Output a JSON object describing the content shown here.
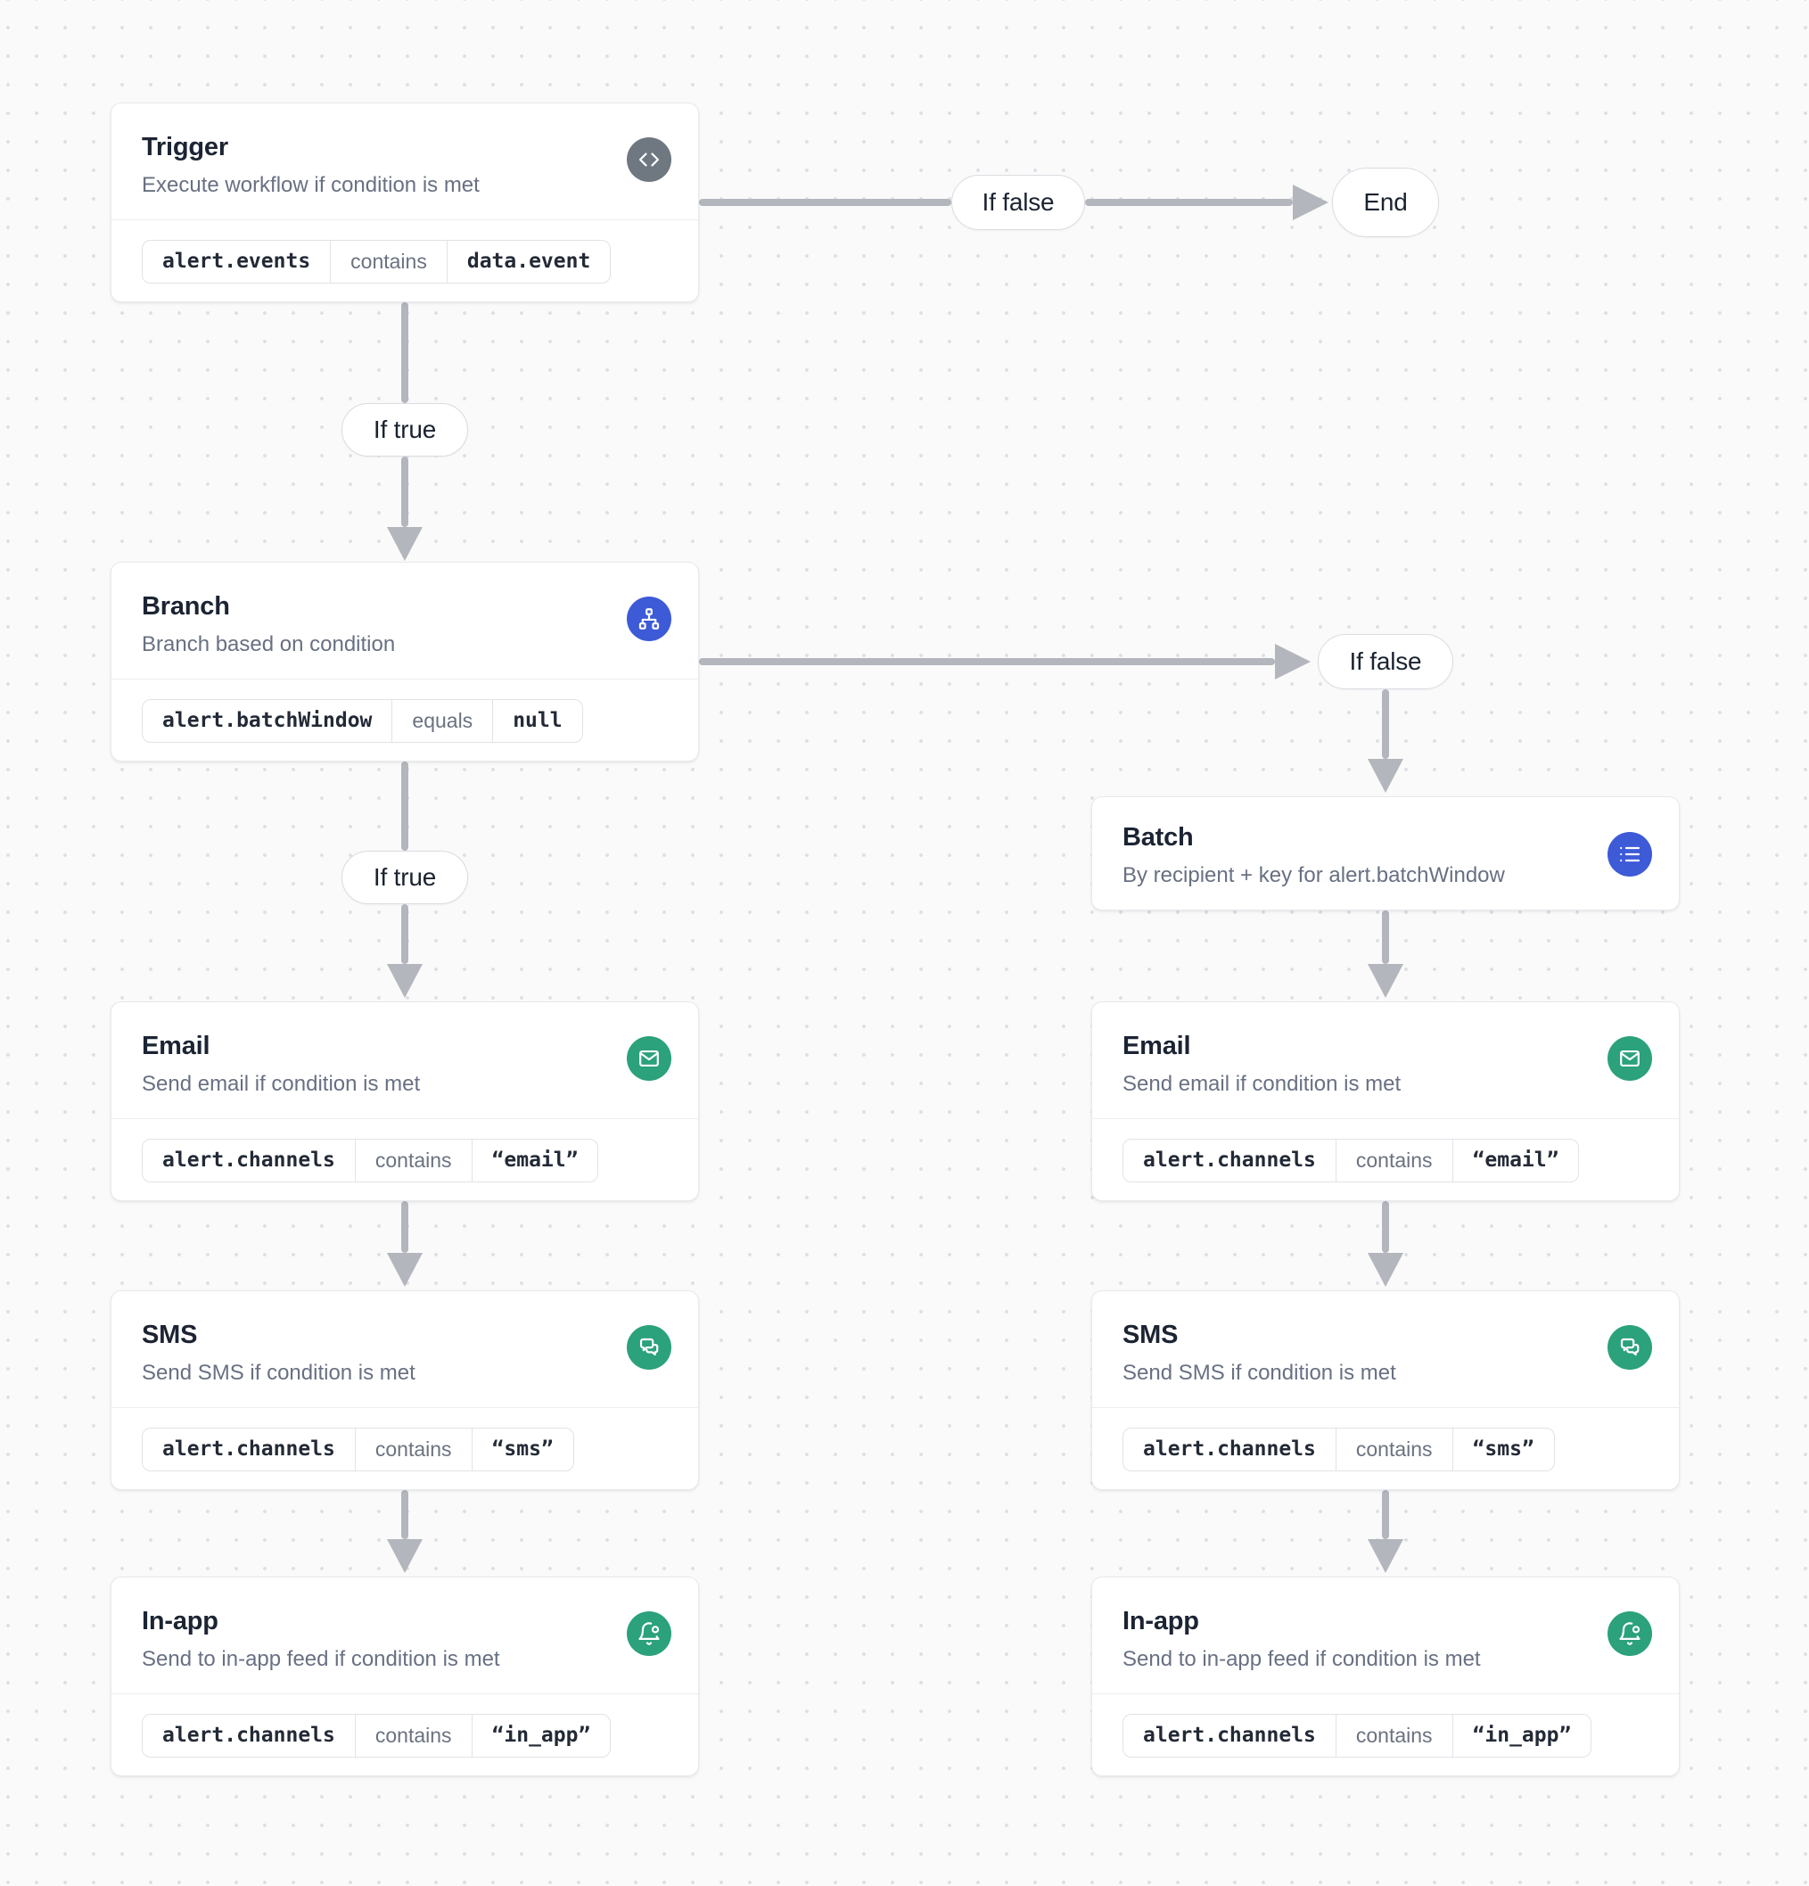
{
  "canvas": {
    "background": "#fafafa",
    "dot_color": "#dddfe3"
  },
  "colors": {
    "accent_blue": "#3D5AD7",
    "accent_green": "#2BA17C",
    "icon_gray": "#6F7780",
    "arrow_gray": "#b3b6bc"
  },
  "labels": {
    "if_true": "If true",
    "if_false": "If false",
    "end": "End"
  },
  "nodes": {
    "trigger": {
      "title": "Trigger",
      "subtitle": "Execute workflow if condition is met",
      "icon": "code-icon",
      "condition": {
        "left": "alert.events",
        "op": "contains",
        "right": "data.event"
      }
    },
    "branch": {
      "title": "Branch",
      "subtitle": "Branch based on condition",
      "icon": "branch-icon",
      "condition": {
        "left": "alert.batchWindow",
        "op": "equals",
        "right": "null"
      }
    },
    "batch": {
      "title": "Batch",
      "subtitle": "By recipient + key for alert.batchWindow",
      "icon": "list-icon"
    },
    "email": {
      "title": "Email",
      "subtitle": "Send email if condition is met",
      "icon": "email-icon",
      "condition": {
        "left": "alert.channels",
        "op": "contains",
        "right": "“email”"
      }
    },
    "sms": {
      "title": "SMS",
      "subtitle": "Send SMS if condition is met",
      "icon": "sms-icon",
      "condition": {
        "left": "alert.channels",
        "op": "contains",
        "right": "“sms”"
      }
    },
    "inapp": {
      "title": "In-app",
      "subtitle": "Send to in-app feed if condition is met",
      "icon": "bell-icon",
      "condition": {
        "left": "alert.channels",
        "op": "contains",
        "right": "“in_app”"
      }
    }
  }
}
